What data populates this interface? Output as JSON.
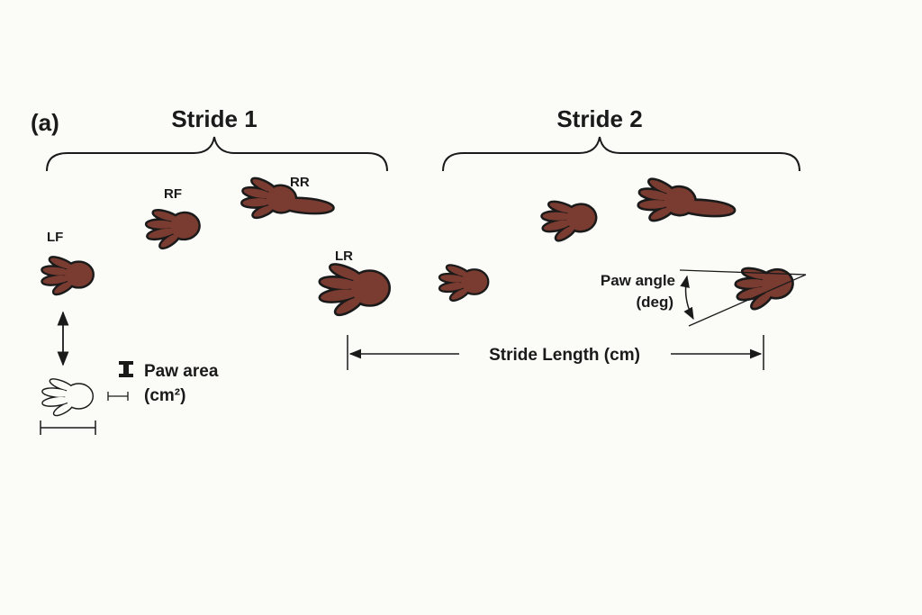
{
  "panel_label": "(a)",
  "stride1": "Stride 1",
  "stride2": "Stride 2",
  "paws": {
    "lf": "LF",
    "rf": "RF",
    "rr": "RR",
    "lr": "LR"
  },
  "paw_area": {
    "line1": "Paw area",
    "line2": "(cm²)"
  },
  "paw_angle": {
    "line1": "Paw angle",
    "line2": "(deg)"
  },
  "stride_length": "Stride Length (cm)",
  "colors": {
    "paw": "#7a3b30",
    "ink": "#1a1a1a",
    "background": "#fbfbf8"
  }
}
